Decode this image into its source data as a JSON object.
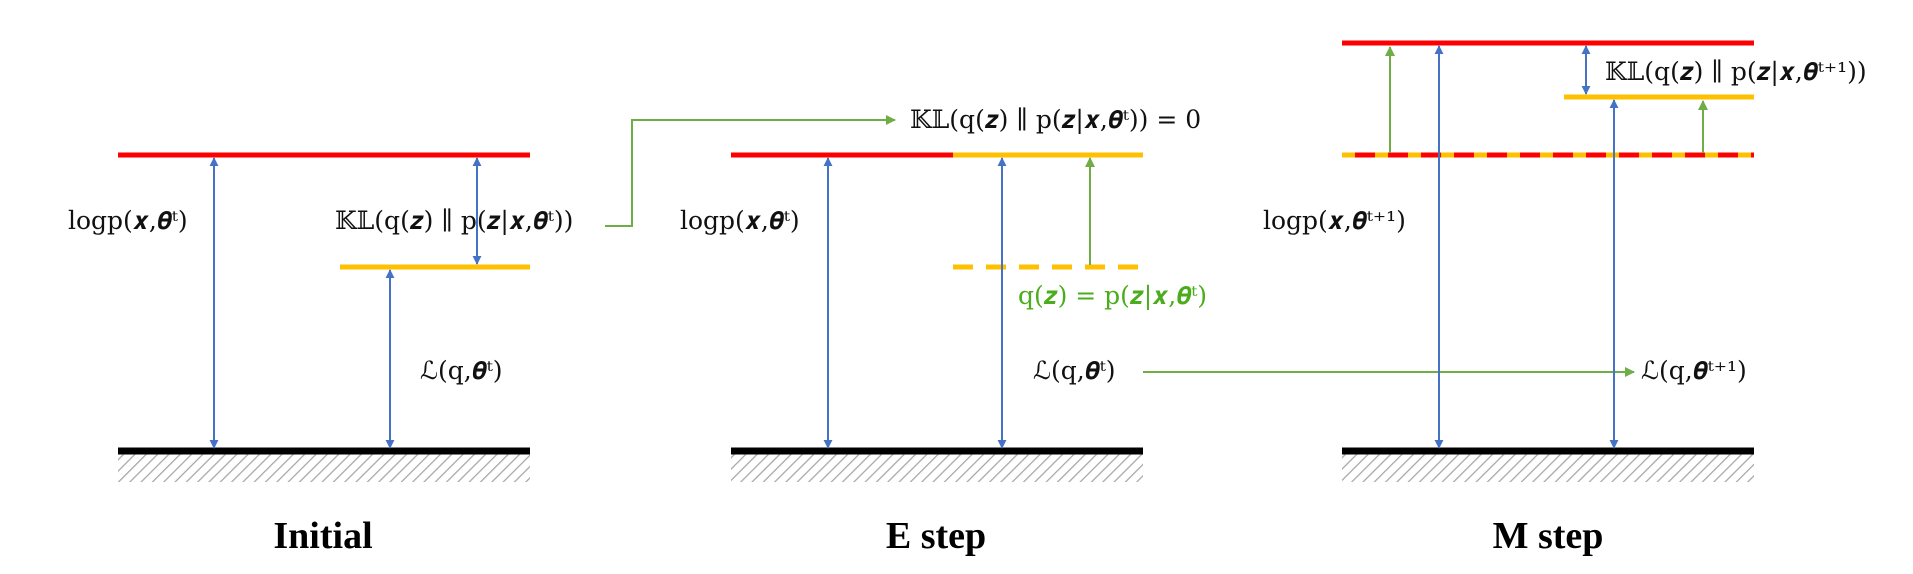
{
  "colors": {
    "log_likelihood": "#ff0000",
    "lower_bound": "#ffc000",
    "baseline": "#000000",
    "hatch": "#a6a6a6",
    "measure_arrow": "#4472c4",
    "transition_arrow": "#70ad47",
    "condition_text": "#4bac1c"
  },
  "panels": [
    {
      "title": "Initial",
      "log_label": "logp(𝒙,𝜽ᵗ)",
      "kl_label": "𝕂𝕃(q(𝒛) ∥ p(𝒛|𝒙,𝜽ᵗ))",
      "elbo_label": "ℒ(q,𝜽ᵗ)"
    },
    {
      "title": "E step",
      "log_label": "logp(𝒙,𝜽ᵗ)",
      "kl_label": "𝕂𝕃(q(𝒛) ∥ p(𝒛|𝒙,𝜽ᵗ)) = 0",
      "condition_label": "q(𝒛) = p(𝒛|𝒙,𝜽ᵗ)",
      "elbo_label": "ℒ(q,𝜽ᵗ)"
    },
    {
      "title": "M step",
      "log_label": "logp(𝒙,𝜽ᵗ⁺¹)",
      "kl_label": "𝕂𝕃(q(𝒛) ∥ p(𝒛|𝒙,𝜽ᵗ⁺¹))",
      "elbo_label": "ℒ(q,𝜽ᵗ⁺¹)"
    }
  ]
}
